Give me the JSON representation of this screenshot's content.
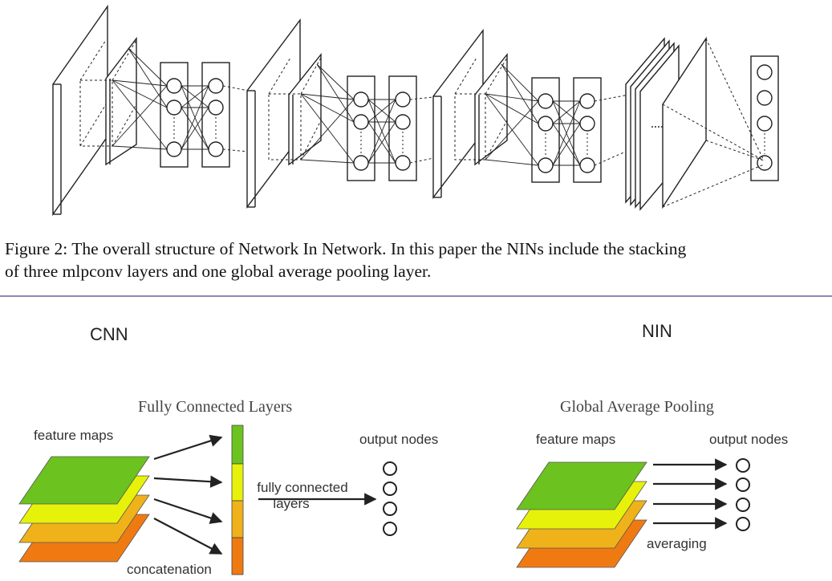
{
  "figure": {
    "caption_line1": "Figure 2: The overall structure of Network In Network. In this paper the NINs include the stacking",
    "caption_line2": "of three mlpconv layers and one global average pooling layer."
  },
  "cnn_panel": {
    "title": "CNN",
    "heading": "Fully Connected Layers",
    "feature_maps_label": "feature maps",
    "output_nodes_label": "output nodes",
    "fc_label_line1": "fully connected",
    "fc_label_line2": "layers",
    "concat_label": "concatenation",
    "layer_colors": [
      "#6cc21e",
      "#e6f20a",
      "#f0b21a",
      "#f07a12"
    ],
    "bar_colors": [
      "#6cc21e",
      "#e6f20a",
      "#f0b21a",
      "#f07a12"
    ]
  },
  "nin_panel": {
    "title": "NIN",
    "heading": "Global Average Pooling",
    "feature_maps_label": "feature maps",
    "output_nodes_label": "output nodes",
    "averaging_label": "averaging",
    "layer_colors": [
      "#6cc21e",
      "#e6f20a",
      "#f0b21a",
      "#f07a12"
    ]
  },
  "colors": {
    "divider": "#8a88b8",
    "line": "#222222"
  }
}
